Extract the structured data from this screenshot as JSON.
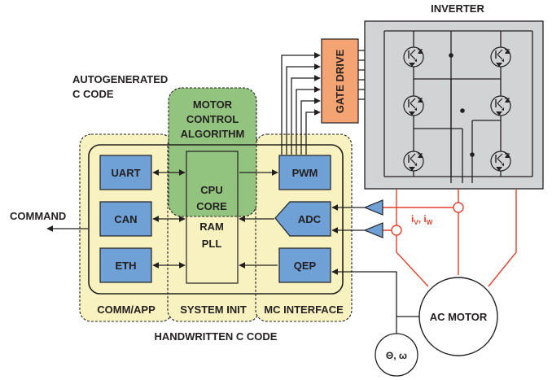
{
  "labels": {
    "autogenerated_line1": "AUTOGENERATED",
    "autogenerated_line2": "C CODE",
    "motor_control_line1": "MOTOR",
    "motor_control_line2": "CONTROL",
    "motor_control_line3": "ALGORITHM",
    "command": "COMMAND",
    "inverter": "INVERTER",
    "gate_drive": "GATE DRIVE",
    "comm_app": "COMM/APP",
    "system_init": "SYSTEM INIT",
    "mc_interface": "MC INTERFACE",
    "handwritten": "HANDWRITTEN C CODE",
    "ac_motor": "AC MOTOR",
    "sensor": "Θ, ω",
    "currents_main": "i",
    "currents_v": "V",
    "currents_sep": ", i",
    "currents_w": "W"
  },
  "blocks": {
    "uart": "UART",
    "can": "CAN",
    "eth": "ETH",
    "pwm": "PWM",
    "adc": "ADC",
    "qep": "QEP",
    "cpu": "CPU",
    "core": "CORE",
    "ram": "RAM",
    "pll": "PLL"
  },
  "colors": {
    "yellow_fill": "#f7f2c0",
    "green_fill": "#92c47f",
    "blue_block": "#6fa0d6",
    "gate_drive": "#f4a373",
    "inverter_bg": "#d2d3d5",
    "current_red": "#e2412b",
    "ink": "#231f20"
  }
}
